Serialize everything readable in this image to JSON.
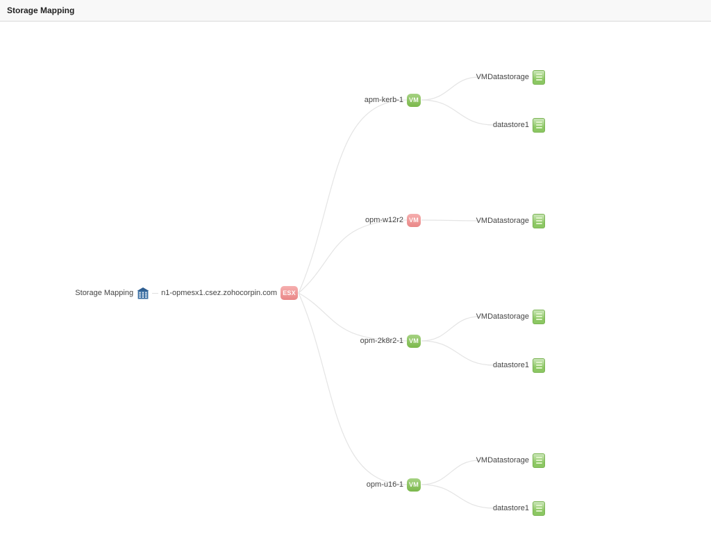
{
  "header": {
    "title": "Storage Mapping"
  },
  "tree": {
    "root_label": "Storage Mapping",
    "host": {
      "name": "n1-opmesx1.csez.zohocorpin.com",
      "badge": "ESX",
      "status": "down"
    },
    "vms": [
      {
        "name": "apm-kerb-1",
        "badge": "VM",
        "status": "up",
        "datastores": [
          {
            "name": "VMDatastorage"
          },
          {
            "name": "datastore1"
          }
        ]
      },
      {
        "name": "opm-w12r2",
        "badge": "VM",
        "status": "down",
        "datastores": [
          {
            "name": "VMDatastorage"
          }
        ]
      },
      {
        "name": "opm-2k8r2-1",
        "badge": "VM",
        "status": "up",
        "datastores": [
          {
            "name": "VMDatastorage"
          },
          {
            "name": "datastore1"
          }
        ]
      },
      {
        "name": "opm-u16-1",
        "badge": "VM",
        "status": "up",
        "datastores": [
          {
            "name": "VMDatastorage"
          },
          {
            "name": "datastore1"
          }
        ]
      }
    ]
  },
  "colors": {
    "vm_up": "#7fbf4d",
    "vm_down": "#f28c8c",
    "esx": "#f28c8c",
    "datastore": "#8cc763",
    "link": "#e4e4e4"
  }
}
